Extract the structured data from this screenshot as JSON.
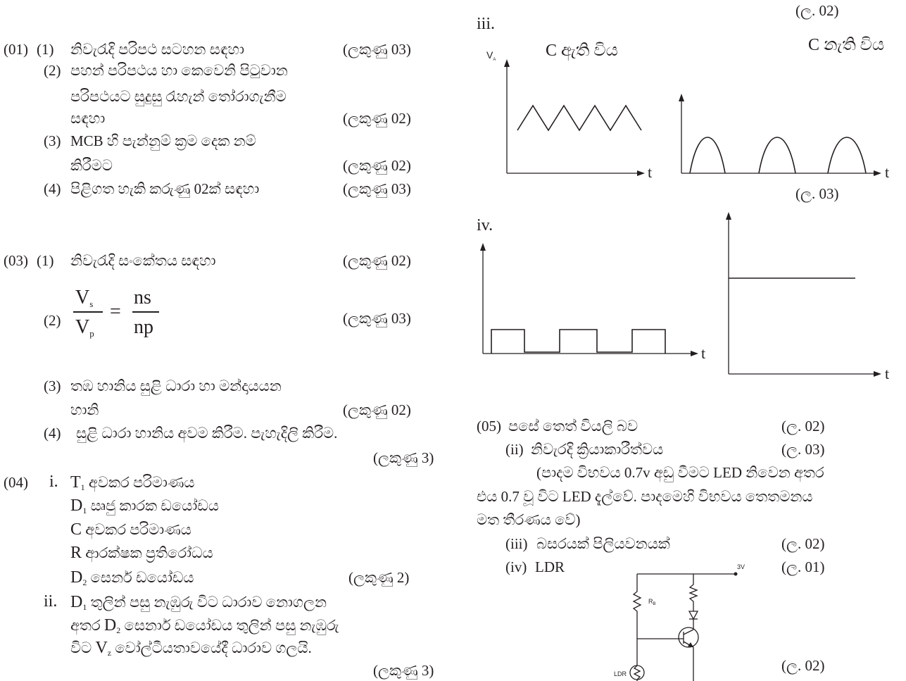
{
  "left": {
    "q01": {
      "number": "(01)",
      "items": [
        {
          "label": "(1)",
          "lines": [
            "නිවැරැදි පරිපථ සටහන සඳහා"
          ],
          "marks": "(ලකුණු 03)"
        },
        {
          "label": "(2)",
          "lines": [
            "පහන් පරිපථය හා කෙවෙනි පිටුවාන",
            "පරිපථයට සුදුසු රැහැන් තෝරාගැනීම",
            "සඳහා"
          ],
          "marks": "(ලකුණු 02)"
        },
        {
          "label": "(3)",
          "lines": [
            "MCB හි පැන්නුම් ක්‍රම දෙක නම්",
            "කිරීමට"
          ],
          "marks": "(ලකුණු 02)"
        },
        {
          "label": "(4)",
          "lines": [
            "පිළිගත හැකි කරුණු 02ක් සඳහා"
          ],
          "marks": "(ලකුණු 03)"
        }
      ]
    },
    "q03": {
      "number": "(03)",
      "items": [
        {
          "label": "(1)",
          "lines": [
            "නිවැරැදි සංකේතය සඳහා"
          ],
          "marks": "(ලකුණු 02)"
        },
        {
          "label": "(2)",
          "formula": {
            "lhs_num": "V",
            "lhs_num_sub": "s",
            "lhs_den": "V",
            "lhs_den_sub": "p",
            "equals": "=",
            "rhs_num": "ns",
            "rhs_den": "np"
          },
          "marks": "(ලකුණු 03)"
        },
        {
          "label": "(3)",
          "lines": [
            "තඹ හානිය සුළි ධාරා හා මන්දායයන",
            "හානි"
          ],
          "marks": "(ලකුණු 02)"
        },
        {
          "label": "(4)",
          "lines": [
            "සුළි ධාරා හානිය අවම කිරීම. පැහැදිලි කිරීම."
          ],
          "marks": "(ලකුණු 3)"
        }
      ]
    },
    "q04": {
      "number": "(04)",
      "part_i": {
        "label": "i.",
        "lines": [
          {
            "sym": "T",
            "sub": "1",
            "text": "අවකර පරිමාණය"
          },
          {
            "sym": "D",
            "sub": "1",
            "text": "ඍජු කාරක ඩයෝඩය"
          },
          {
            "sym": "C",
            "text": "අවකර පරිමාණය"
          },
          {
            "sym": "R",
            "text": "ආරක්ෂක ප්‍රතිරෝධය"
          },
          {
            "sym": "D",
            "sub": "2",
            "text": "සෙනර් ඩයෝඩය"
          }
        ],
        "marks": "(ලකුණු 2)"
      },
      "part_ii": {
        "label": "ii.",
        "lines": [
          {
            "sym": "D",
            "sub": "1",
            "text": "තුලින් පසු නැඹුරු විට ධාරාව නොගලන"
          },
          {
            "pre": "අතර",
            "sym": "D",
            "sub": "2",
            "text": "සෙනාර් ඩයෝඩය තුලින් පසු නැඹුරු"
          },
          {
            "pre": "විට",
            "sym": "V",
            "sub": "z",
            "text": "වෝල්ටීයතාවයේදී ධාරාව ගලයි."
          }
        ],
        "marks": "(ලකුණු 3)"
      }
    }
  },
  "right": {
    "prev_marks": "(ල. 02)",
    "part_iii": {
      "label": "iii.",
      "axis_label": {
        "sym": "V",
        "sub": "A"
      },
      "with_capacitor": "C ඇති විය",
      "without_capacitor": "C නැති විය",
      "time_label": "t",
      "marks": "(ල. 03)"
    },
    "part_iv": {
      "label": "iv.",
      "time_label": "t"
    },
    "q05": {
      "number": "(05)",
      "i": {
        "text": "පසේ තෙත් වියලි බව",
        "marks": "(ල. 02)"
      },
      "ii": {
        "label": "(ii)",
        "text": "නිවැරදි ක්‍රියාකාරීත්වය",
        "marks": "(ල. 03)",
        "explanation": [
          "(පාදම විභවය 0.7v අඩු වීමට LED නිවෙන අතර",
          "එය 0.7 වූ විට LED දැල්වේ. පාදමෙහි විභවය තෙතමනය",
          "මත තීරණය වේ)"
        ]
      },
      "iii": {
        "label": "(iii)",
        "text": "බසරයක් පිලියවනයක්",
        "marks": "(ල. 02)"
      },
      "iv": {
        "label": "(iv)",
        "text": "LDR",
        "marks": "(ල. 01)"
      },
      "circuit": {
        "supply": "3V",
        "resistor": {
          "sym": "R",
          "sub": "B"
        },
        "sensor": "LDR"
      },
      "circuit_marks": "(ල. 02)"
    }
  }
}
